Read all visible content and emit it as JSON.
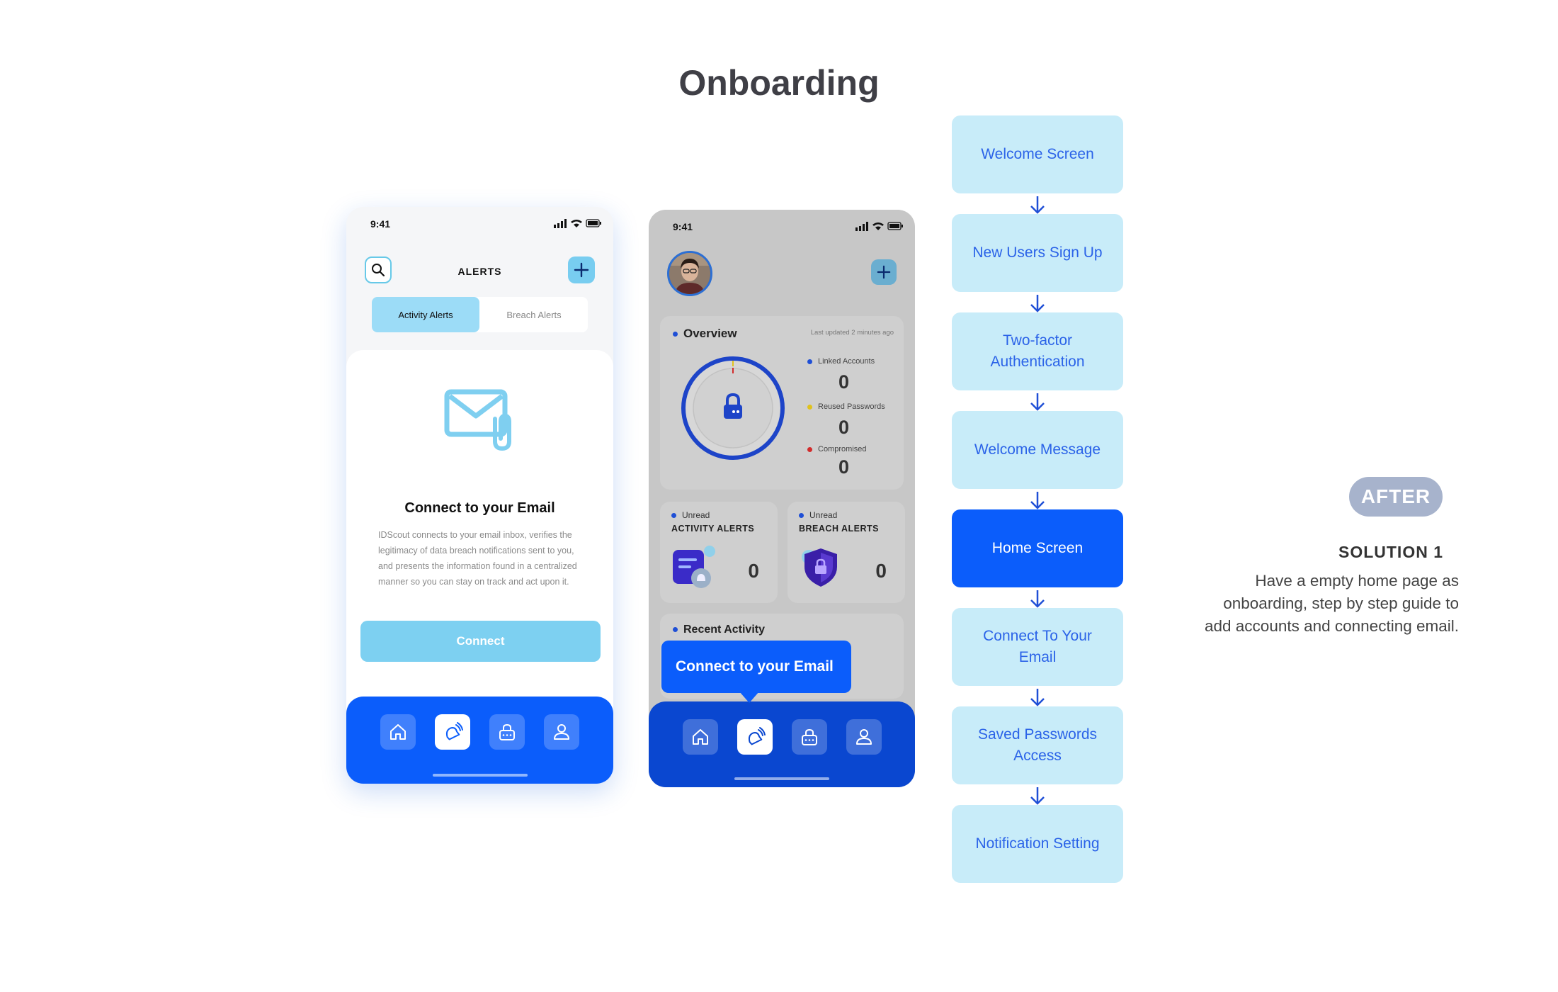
{
  "page": {
    "title": "Onboarding"
  },
  "phone1": {
    "time": "9:41",
    "header_title": "ALERTS",
    "tabs": [
      "Activity Alerts",
      "Breach Alerts"
    ],
    "card": {
      "heading": "Connect to your Email",
      "body": "IDScout connects to your email inbox, verifies the legitimacy of data breach notifications sent to you, and presents the information found in a centralized manner so you can stay on track and act upon it.",
      "button": "Connect"
    },
    "nav": [
      "home-icon",
      "alerts-icon",
      "vault-icon",
      "profile-icon"
    ],
    "active_nav": 1
  },
  "phone2": {
    "time": "9:41",
    "overview": {
      "title": "Overview",
      "updated": "Last updated 2 minutes ago",
      "stats": [
        {
          "label": "Linked Accounts",
          "value": "0",
          "color": "#1f4fd6"
        },
        {
          "label": "Reused Passwords",
          "value": "0",
          "color": "#e0c21c"
        },
        {
          "label": "Compromised",
          "value": "0",
          "color": "#d22c2c"
        }
      ]
    },
    "activity_alerts": {
      "unread": "Unread",
      "title": "ACTIVITY ALERTS",
      "value": "0"
    },
    "breach_alerts": {
      "unread": "Unread",
      "title": "BREACH ALERTS",
      "value": "0"
    },
    "recent_activity": "Recent Activity",
    "tooltip": "Connect to your Email",
    "active_nav": 1
  },
  "flow": [
    "Welcome Screen",
    "New Users Sign Up",
    "Two-factor Authentication",
    "Welcome Message",
    "Home Screen",
    "Connect To Your Email",
    "Saved Passwords Access",
    "Notification Setting"
  ],
  "flow_active": 4,
  "notes": {
    "badge": "AFTER",
    "solution_title": "SOLUTION 1",
    "solution_text": "Have a empty home page as onboarding, step by step guide to add accounts and connecting email."
  },
  "colors": {
    "accent": "#0b5dfb",
    "light_accent": "#c8ecf9",
    "flow_text": "#2b63e8"
  }
}
